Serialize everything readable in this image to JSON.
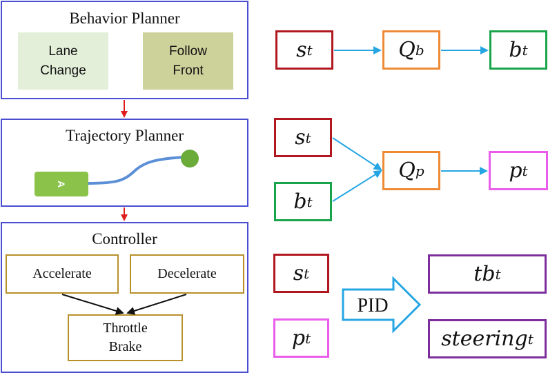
{
  "behavior": {
    "title": "Behavior Planner",
    "options": [
      {
        "line1": "Lane",
        "line2": "Change",
        "color": "#e3efd9"
      },
      {
        "line1": "Follow",
        "line2": "Front",
        "color": "#cdd19a"
      }
    ]
  },
  "trajectory": {
    "title": "Trajectory Planner",
    "vehicle_glyph": "A"
  },
  "controller": {
    "title": "Controller",
    "accelerate": "Accelerate",
    "decelerate": "Decelerate",
    "output_line1": "Throttle",
    "output_line2": "Brake"
  },
  "rows": {
    "row1": {
      "input": {
        "base": "s",
        "sub": "t"
      },
      "q": {
        "base": "Q",
        "sup": "b"
      },
      "output": {
        "base": "b",
        "sub": "t"
      }
    },
    "row2": {
      "input_s": {
        "base": "s",
        "sub": "t"
      },
      "input_b": {
        "base": "b",
        "sub": "t"
      },
      "q": {
        "base": "Q",
        "sup": "p"
      },
      "output": {
        "base": "p",
        "sub": "t"
      }
    },
    "row3": {
      "input_s": {
        "base": "s",
        "sub": "t"
      },
      "input_p": {
        "base": "p",
        "sub": "t"
      },
      "pid_label": "PID",
      "output_tb": {
        "base": "tb",
        "sub": "t"
      },
      "output_steer": {
        "base": "steering",
        "sub": "t"
      }
    }
  },
  "colors": {
    "panel_border": "#4a4fd1",
    "state": "#b0171f",
    "q_box": "#ee8a34",
    "behavior_out": "#17a44a",
    "path_out": "#ea5cea",
    "control_out": "#7c2f9c",
    "flow_arrow": "#25a6e3",
    "stage_arrow": "#e01d1d",
    "controller_box": "#b8902a",
    "vehicle": "#8bc34a",
    "goal": "#6aab3a",
    "trajectory": "#5b8fd6"
  }
}
